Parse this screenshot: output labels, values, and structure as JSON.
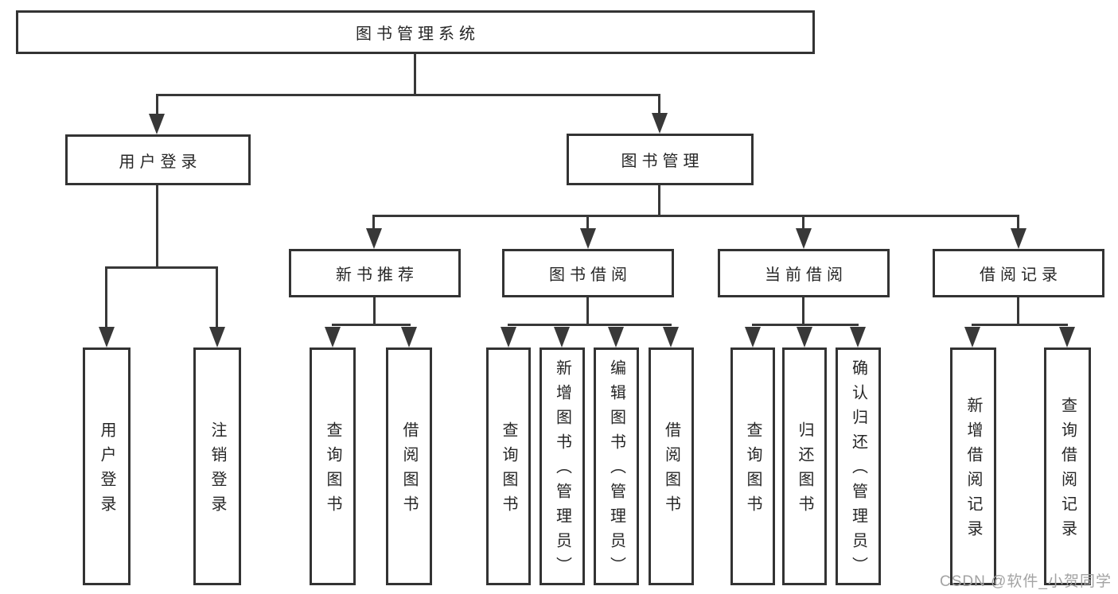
{
  "diagram": {
    "root": {
      "label": "图书管理系统",
      "children": [
        {
          "label": "用户登录",
          "children": [
            {
              "label": "用户登录"
            },
            {
              "label": "注销登录"
            }
          ]
        },
        {
          "label": "图书管理",
          "children": [
            {
              "label": "新书推荐",
              "children": [
                {
                  "label": "查询图书"
                },
                {
                  "label": "借阅图书"
                }
              ]
            },
            {
              "label": "图书借阅",
              "children": [
                {
                  "label": "查询图书"
                },
                {
                  "label": "新增图书（管理员）"
                },
                {
                  "label": "编辑图书（管理员）"
                },
                {
                  "label": "借阅图书"
                }
              ]
            },
            {
              "label": "当前借阅",
              "children": [
                {
                  "label": "查询图书"
                },
                {
                  "label": "归还图书"
                },
                {
                  "label": "确认归还（管理员）"
                }
              ]
            },
            {
              "label": "借阅记录",
              "children": [
                {
                  "label": "新增借阅记录"
                },
                {
                  "label": "查询借阅记录"
                }
              ]
            }
          ]
        }
      ]
    }
  },
  "watermark": {
    "text": "CSDN @软件_小贺同学"
  },
  "colors": {
    "line": "#383838",
    "box_border": "#333333",
    "text": "#262626",
    "watermark": "#a3a3a3",
    "background": "#ffffff"
  }
}
